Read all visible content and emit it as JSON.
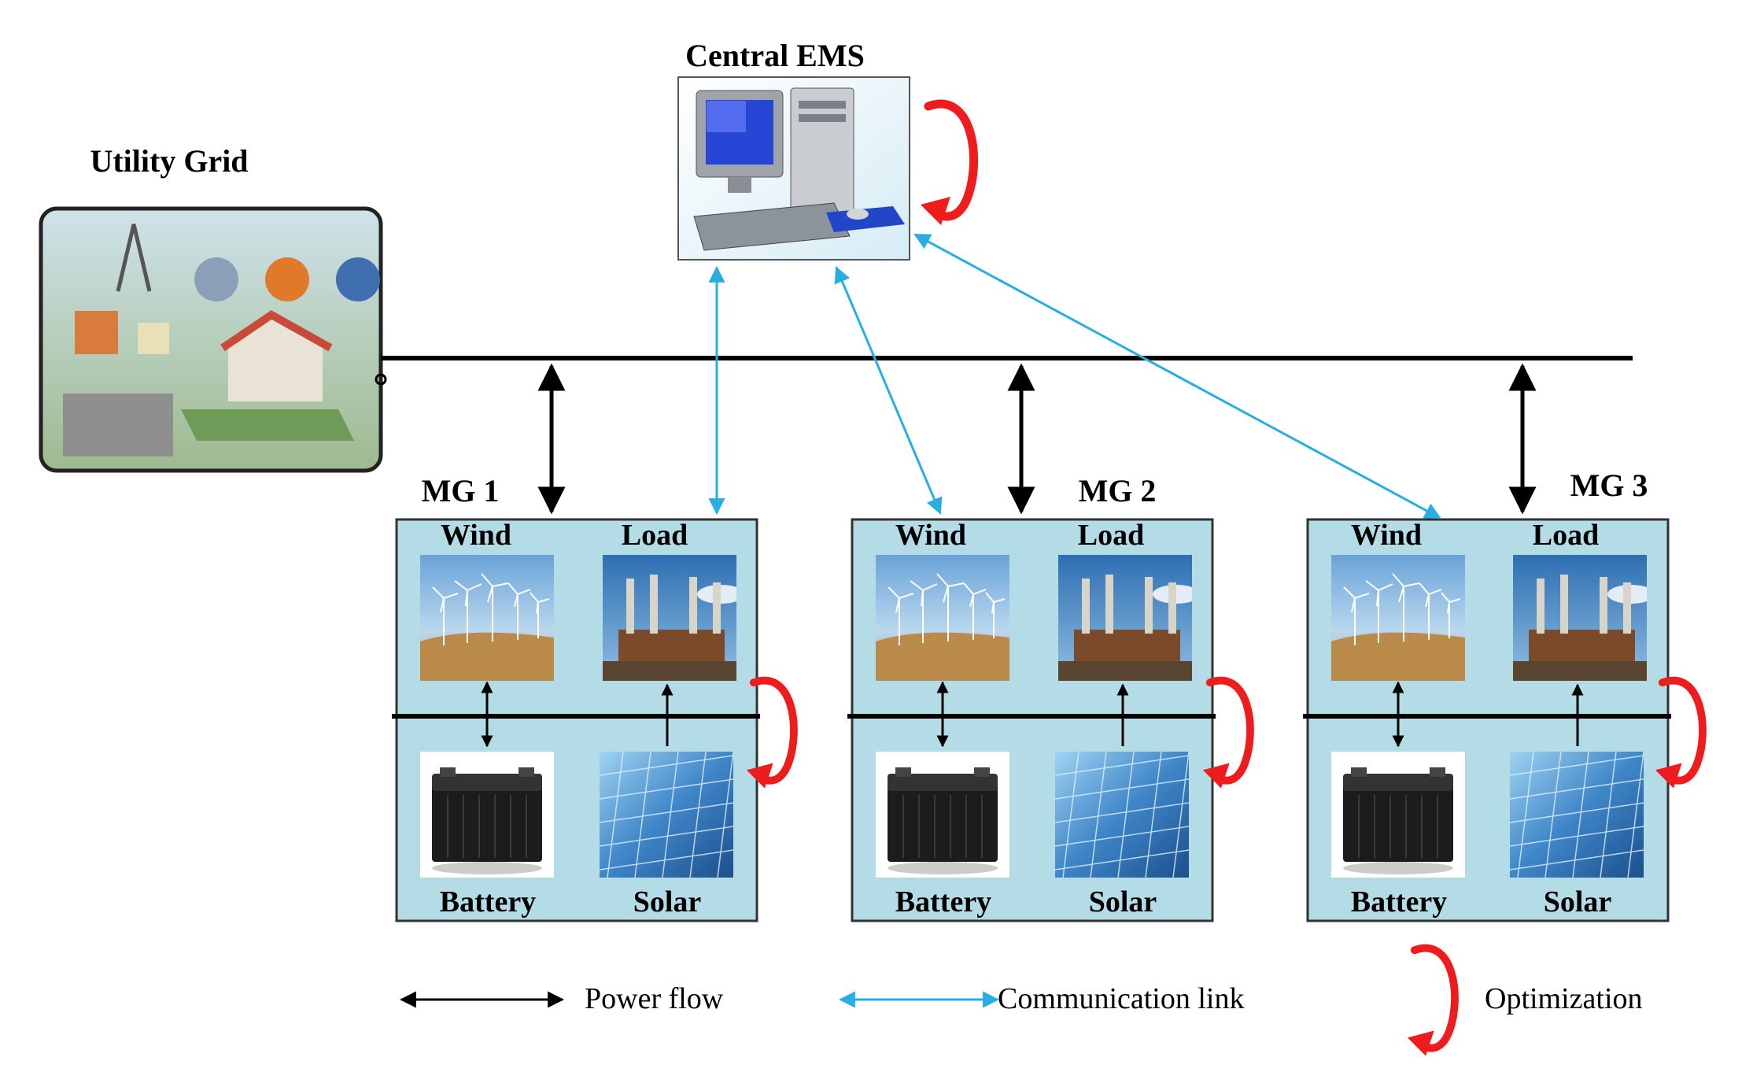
{
  "labels": {
    "central_ems": "Central EMS",
    "utility_grid": "Utility Grid",
    "microgrids": [
      {
        "name": "MG 1",
        "wind": "Wind",
        "load": "Load",
        "battery": "Battery",
        "solar": "Solar"
      },
      {
        "name": "MG 2",
        "wind": "Wind",
        "load": "Load",
        "battery": "Battery",
        "solar": "Solar"
      },
      {
        "name": "MG 3",
        "wind": "Wind",
        "load": "Load",
        "battery": "Battery",
        "solar": "Solar"
      }
    ]
  },
  "legend": {
    "power_flow": "Power flow",
    "communication_link": "Communication link",
    "optimization": "Optimization"
  },
  "colors": {
    "power_flow": "#000000",
    "communication_link": "#29aee4",
    "optimization": "#ee1c1c",
    "mg_box_fill": "#b3dce6",
    "ems_box_fill": "#e8f4f8"
  },
  "icons": {
    "ems": "computer-icon",
    "grid": "utility-grid-illustration",
    "wind": "wind-turbines-image",
    "load": "power-plant-image",
    "battery": "battery-image",
    "solar": "solar-panel-image"
  }
}
